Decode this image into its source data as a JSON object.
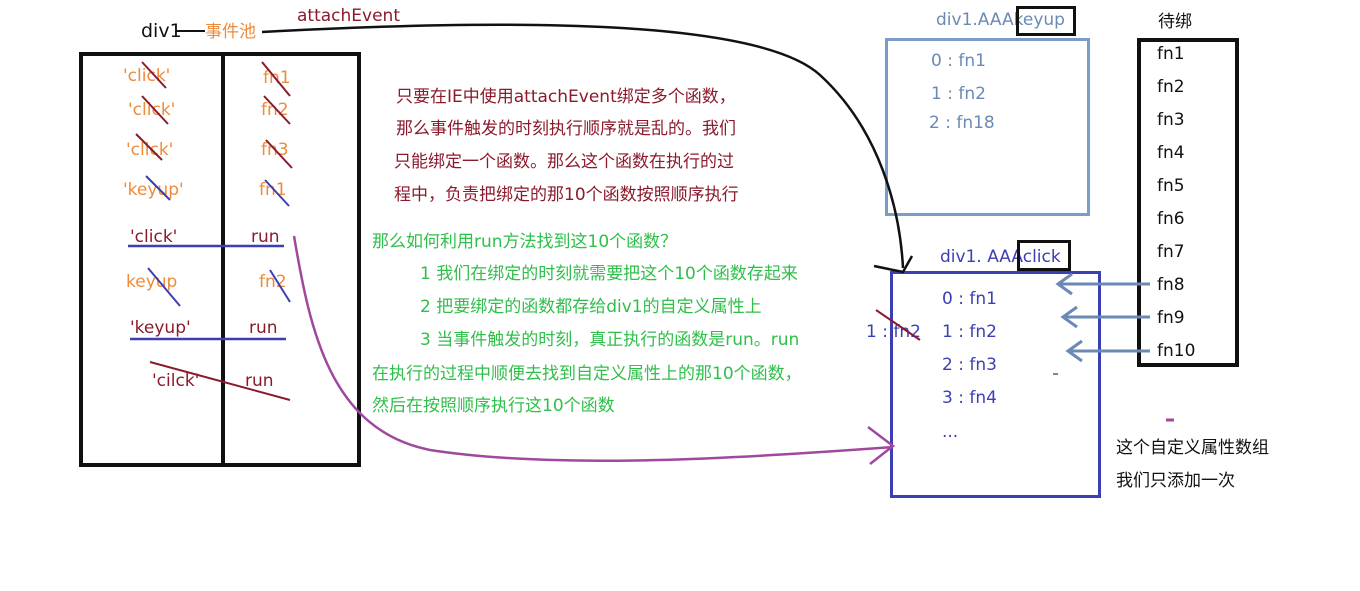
{
  "canvas_label": {
    "div1": "div1",
    "event_pool": "事件池",
    "attach_event": "attachEvent"
  },
  "pool": {
    "events": [
      "'click'",
      "'click'",
      "'click'",
      "'keyup'",
      "'click'",
      "keyup",
      "'keyup'",
      "'cilck'"
    ],
    "handlers": [
      "fn1",
      "fn2",
      "fn3",
      "fn1",
      "run",
      "fn2",
      "run",
      "run"
    ]
  },
  "explanation": {
    "lines": [
      "只要在IE中使用attachEvent绑定多个函数，",
      "那么事件触发的时刻执行顺序就是乱的。我们",
      "只能绑定一个函数。那么这个函数在执行的过",
      "程中，负责把绑定的那10个函数按照顺序执行"
    ]
  },
  "howto": {
    "question": "那么如何利用run方法找到这10个函数？",
    "steps": [
      "1 我们在绑定的时刻就需要把这个10个函数存起来",
      "2  把要绑定的函数都存给div1的自定义属性上",
      "3 当事件触发的时刻，真正执行的函数是run。run"
    ],
    "continuation": [
      "在执行的过程中顺便去找到自定义属性上的那10个函数，",
      "然后在按照顺序执行这10个函数"
    ]
  },
  "keyup_array": {
    "title": "div1.AAAkeyup",
    "items": [
      "0 : fn1",
      "1 : fn2",
      "2 : fn18"
    ]
  },
  "click_array": {
    "title": "div1. AAAclick",
    "items": [
      "0 : fn1",
      "1 : fn2",
      "2 : fn3",
      "3 : fn4",
      "..."
    ],
    "crossed_label": "1 : fn2"
  },
  "pending": {
    "title": "待绑",
    "items": [
      "fn1",
      "fn2",
      "fn3",
      "fn4",
      "fn5",
      "fn6",
      "fn7",
      "fn8",
      "fn9",
      "fn10"
    ]
  },
  "note": {
    "lines": [
      "这个自定义属性数组",
      "我们只添加一次"
    ]
  },
  "colors": {
    "black": "#111111",
    "orange": "#ef8a3a",
    "dark_red": "#8b1a2b",
    "blue": "#3b3fb4",
    "light_blue": "#6a8ab5",
    "green": "#2fbf4a",
    "purple": "#a0489e"
  }
}
